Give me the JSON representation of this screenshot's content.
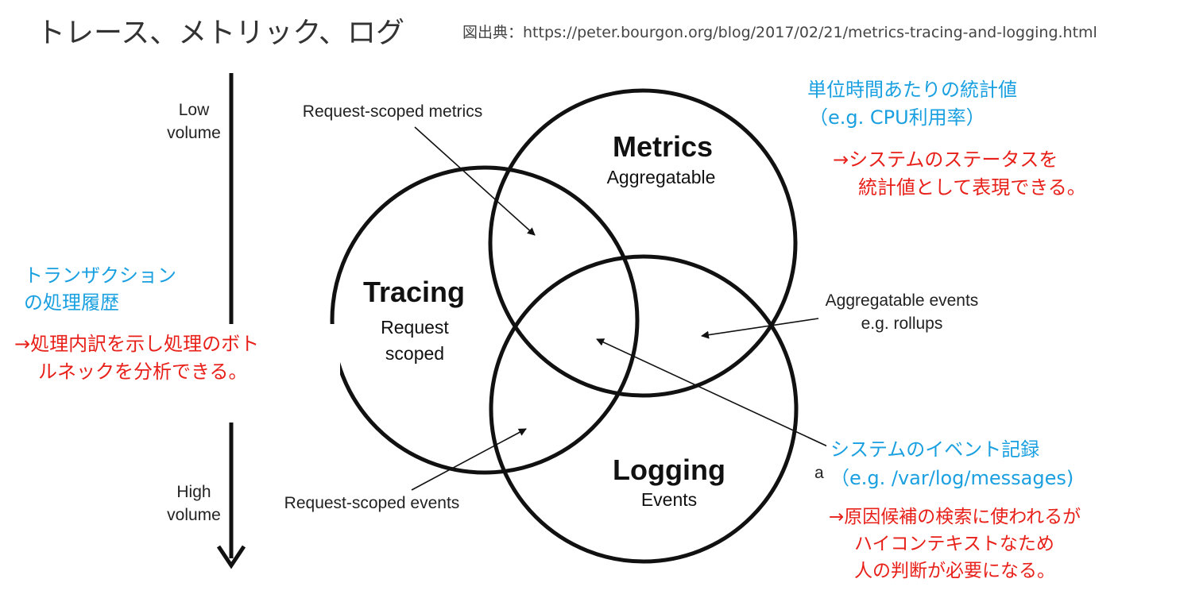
{
  "page": {
    "title": "トレース、メトリック、ログ",
    "source": "図出典：https://peter.bourgon.org/blog/2017/02/21/metrics-tracing-and-logging.html"
  },
  "diagram": {
    "axis": {
      "top_label": [
        "Low",
        "volume"
      ],
      "bottom_label": [
        "High",
        "volume"
      ]
    },
    "circles": {
      "metrics": {
        "name": "Metrics",
        "sub": "Aggregatable"
      },
      "tracing": {
        "name": "Tracing",
        "sub": [
          "Request",
          "scoped"
        ]
      },
      "logging": {
        "name": "Logging",
        "sub": "Events"
      }
    },
    "overlap_labels": {
      "request_scoped_metrics": "Request-scoped metrics",
      "aggregatable_events": [
        "Aggregatable events",
        "e.g. rollups"
      ],
      "request_scoped_events": "Request-scoped events",
      "partial_hidden_char": "a"
    }
  },
  "annotations": {
    "metrics_desc": [
      "単位時間あたりの統計値",
      "（e.g. CPU利用率）"
    ],
    "metrics_note": [
      "→システムのステータスを",
      "統計値として表現できる。"
    ],
    "tracing_desc": [
      "トランザクション",
      "の処理履歴"
    ],
    "tracing_note": [
      "→処理内訳を示し処理のボト",
      "ルネックを分析できる。"
    ],
    "logging_desc": [
      "システムのイベント記録",
      "（e.g. /var/log/messages)"
    ],
    "logging_note": [
      "→原因候補の検索に使われるが",
      "ハイコンテキストなため",
      "人の判断が必要になる。"
    ]
  },
  "colors": {
    "blue": "#1aa0e0",
    "red": "#e8201a"
  }
}
